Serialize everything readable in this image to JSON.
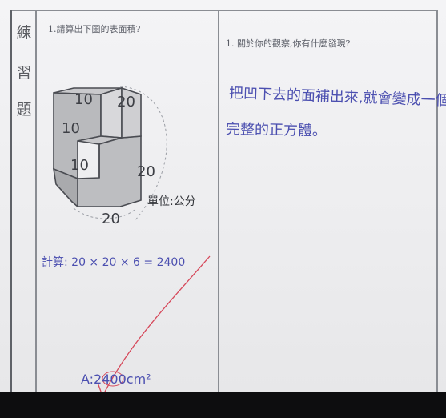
{
  "side_label": [
    "練",
    "習",
    "題"
  ],
  "left": {
    "question": "1.請算出下圖的表面積?",
    "dims": {
      "top_left": "10",
      "top_right": "20",
      "side_upper": "10",
      "side_lower": "10",
      "right": "20",
      "bottom": "20"
    },
    "unit": "單位:公分",
    "calc": "計算: 20 × 20 × 6 = 2400",
    "answer": "A:2400cm²"
  },
  "right": {
    "question": "1. 關於你的觀察,你有什麼發現?",
    "answer_line1": "把凹下去的面補出來,就會變成一個",
    "answer_line2": "完整的正方體。"
  }
}
